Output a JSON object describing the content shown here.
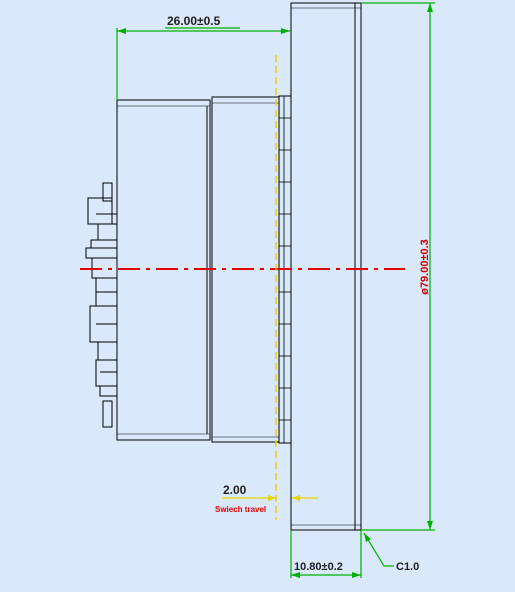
{
  "dimensions": {
    "top_length": "26.00±0.5",
    "diameter": "ø79.00±0.3",
    "flange_thickness": "10.80±0.2",
    "chamfer": "C1.0",
    "travel_value": "2.00",
    "travel_label": "Swiech travel"
  },
  "colors": {
    "background": "#d9e8fb",
    "outline": "#000000",
    "dimension_green": "#00b000",
    "dimension_text": "#222222",
    "centerline": "#e60000",
    "travel_line": "#e6d400",
    "travel_text": "#e60000"
  }
}
